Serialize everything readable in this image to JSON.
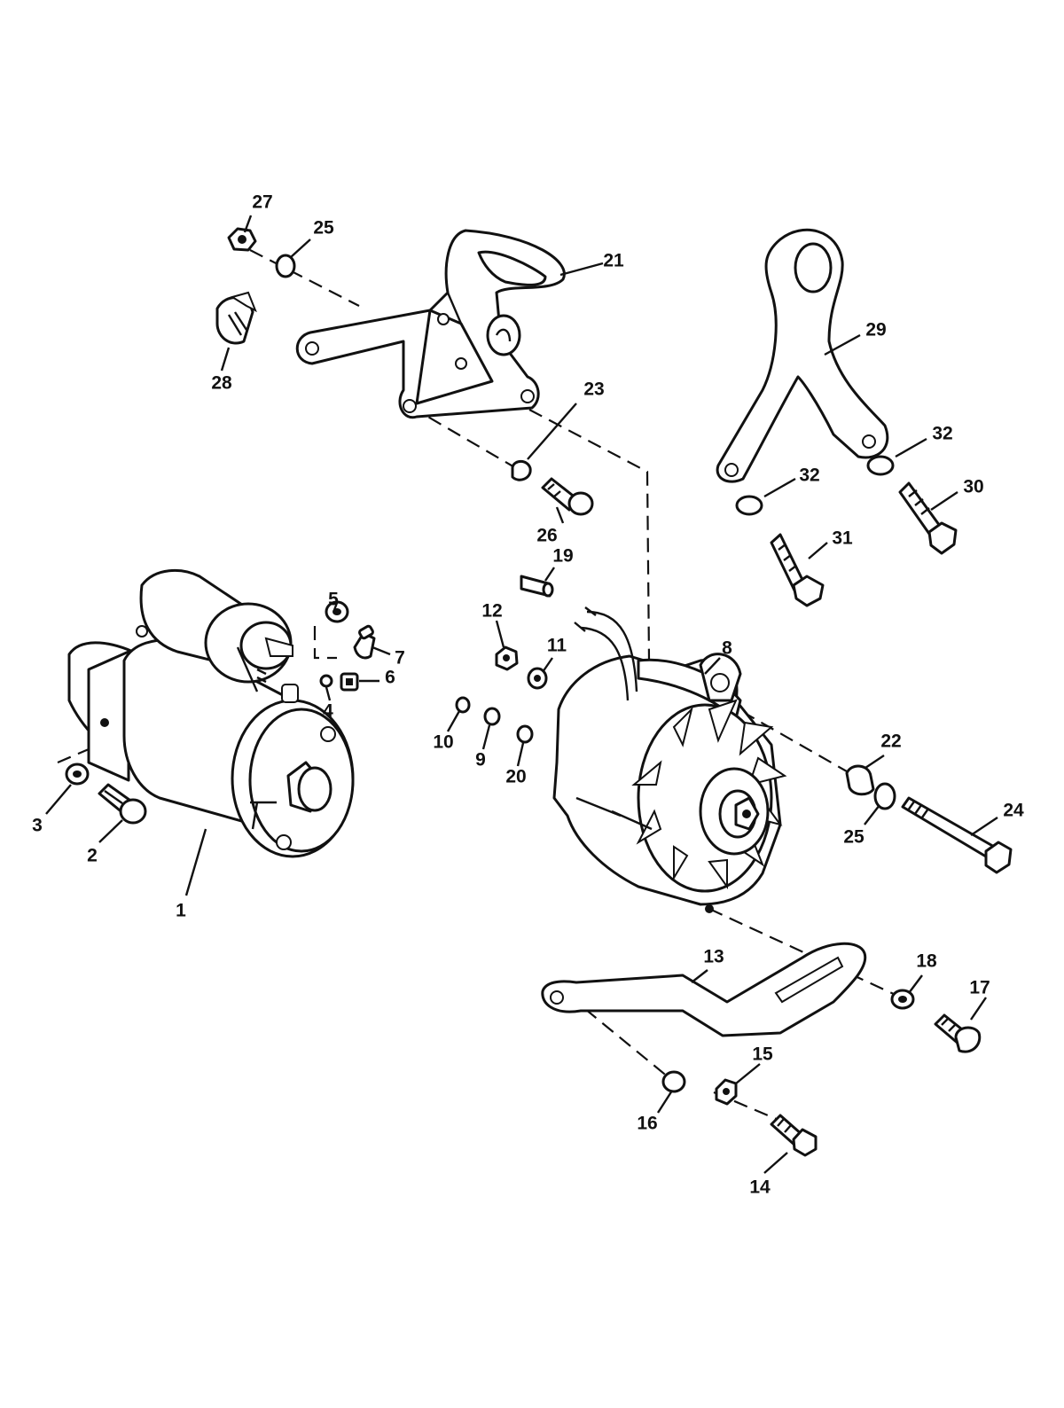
{
  "callouts": [
    {
      "id": "1",
      "text": "1"
    },
    {
      "id": "2",
      "text": "2"
    },
    {
      "id": "3",
      "text": "3"
    },
    {
      "id": "4",
      "text": "4"
    },
    {
      "id": "5",
      "text": "5"
    },
    {
      "id": "6",
      "text": "6"
    },
    {
      "id": "7",
      "text": "7"
    },
    {
      "id": "8",
      "text": "8"
    },
    {
      "id": "9",
      "text": "9"
    },
    {
      "id": "10",
      "text": "10"
    },
    {
      "id": "11",
      "text": "11"
    },
    {
      "id": "12",
      "text": "12"
    },
    {
      "id": "13",
      "text": "13"
    },
    {
      "id": "14",
      "text": "14"
    },
    {
      "id": "15",
      "text": "15"
    },
    {
      "id": "16",
      "text": "16"
    },
    {
      "id": "17",
      "text": "17"
    },
    {
      "id": "18",
      "text": "18"
    },
    {
      "id": "19",
      "text": "19"
    },
    {
      "id": "20",
      "text": "20"
    },
    {
      "id": "21",
      "text": "21"
    },
    {
      "id": "22",
      "text": "22"
    },
    {
      "id": "23",
      "text": "23"
    },
    {
      "id": "24",
      "text": "24"
    },
    {
      "id": "25a",
      "text": "25"
    },
    {
      "id": "25b",
      "text": "25"
    },
    {
      "id": "26",
      "text": "26"
    },
    {
      "id": "27",
      "text": "27"
    },
    {
      "id": "28",
      "text": "28"
    },
    {
      "id": "29",
      "text": "29"
    },
    {
      "id": "30",
      "text": "30"
    },
    {
      "id": "31",
      "text": "31"
    },
    {
      "id": "32a",
      "text": "32"
    },
    {
      "id": "32b",
      "text": "32"
    }
  ]
}
